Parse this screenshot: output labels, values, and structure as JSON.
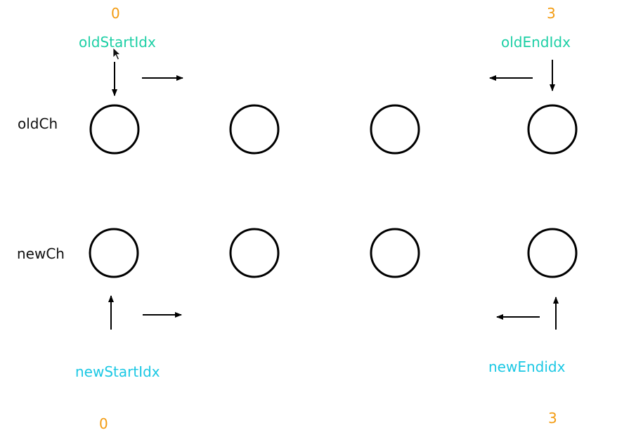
{
  "indices": {
    "old_start": "0",
    "old_end": "3",
    "new_start": "0",
    "new_end": "3"
  },
  "pointers": {
    "old_start": "oldStartIdx",
    "old_end": "oldEndIdx",
    "new_start": "newStartIdx",
    "new_end": "newEndidx"
  },
  "rows": {
    "old": "oldCh",
    "new": "newCh"
  },
  "colors": {
    "index": "#f39c12",
    "old_pointer": "#1ccfa5",
    "new_pointer": "#1cc8e4",
    "stroke": "#000000"
  }
}
